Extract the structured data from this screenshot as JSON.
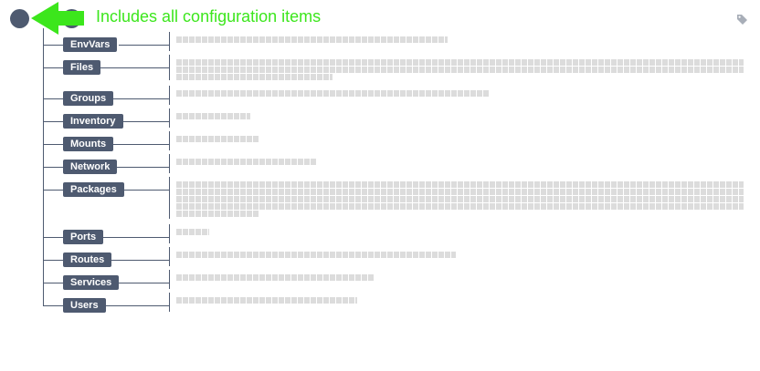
{
  "header": {
    "annotation": "Includes all configuration items",
    "accent_color": "#3ce61c",
    "node_color": "#4e5a70",
    "right_icon": "tag-icon"
  },
  "items": [
    {
      "label": "EnvVars"
    },
    {
      "label": "Files"
    },
    {
      "label": "Groups"
    },
    {
      "label": "Inventory"
    },
    {
      "label": "Mounts"
    },
    {
      "label": "Network"
    },
    {
      "label": "Packages"
    },
    {
      "label": "Ports"
    },
    {
      "label": "Routes"
    },
    {
      "label": "Services"
    },
    {
      "label": "Users"
    }
  ]
}
